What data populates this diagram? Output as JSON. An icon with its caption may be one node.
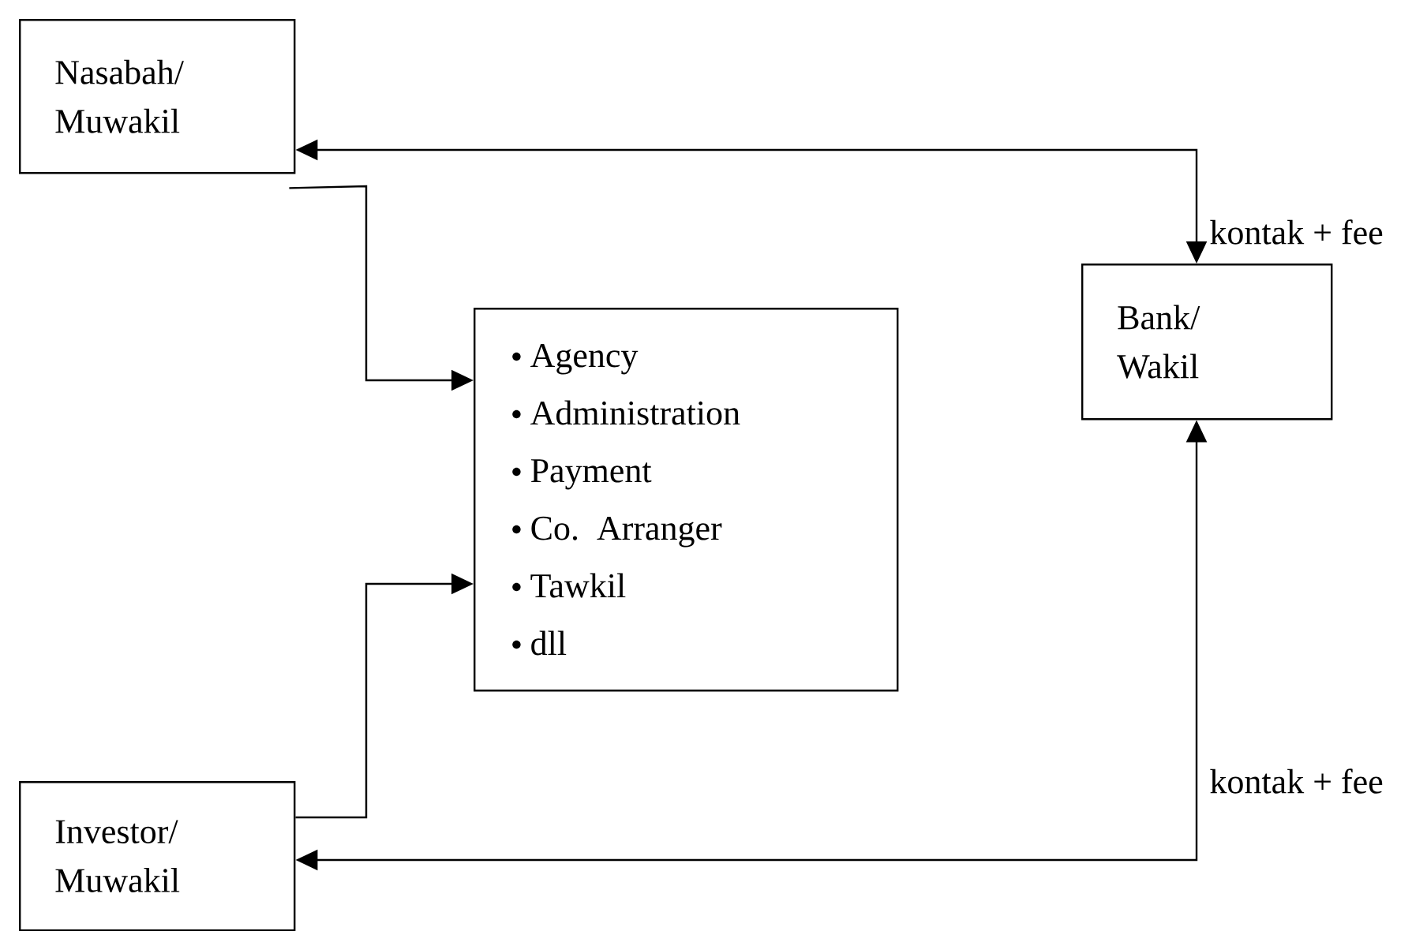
{
  "diagram": {
    "nodes": [
      {
        "text": [
          "Nasabah/ Muwakil"
        ]
      },
      {
        "text": [
          "Agency",
          "Administration",
          "Payment",
          "Co. Arranger",
          "Tawkil",
          "dll"
        ]
      },
      {
        "text": [
          "Bank/ Wakil"
        ]
      },
      {
        "text": [
          "Investor/ Muwakil"
        ]
      }
    ],
    "edges": [
      {
        "from": 0,
        "to": 2,
        "arrow": "both",
        "label": "kontak + fee"
      },
      {
        "from": 0,
        "to": 1,
        "arrow": "to"
      },
      {
        "from": 3,
        "to": 1,
        "arrow": "to"
      },
      {
        "from": 3,
        "to": 2,
        "arrow": "both",
        "label": "kontak + fee"
      }
    ]
  }
}
